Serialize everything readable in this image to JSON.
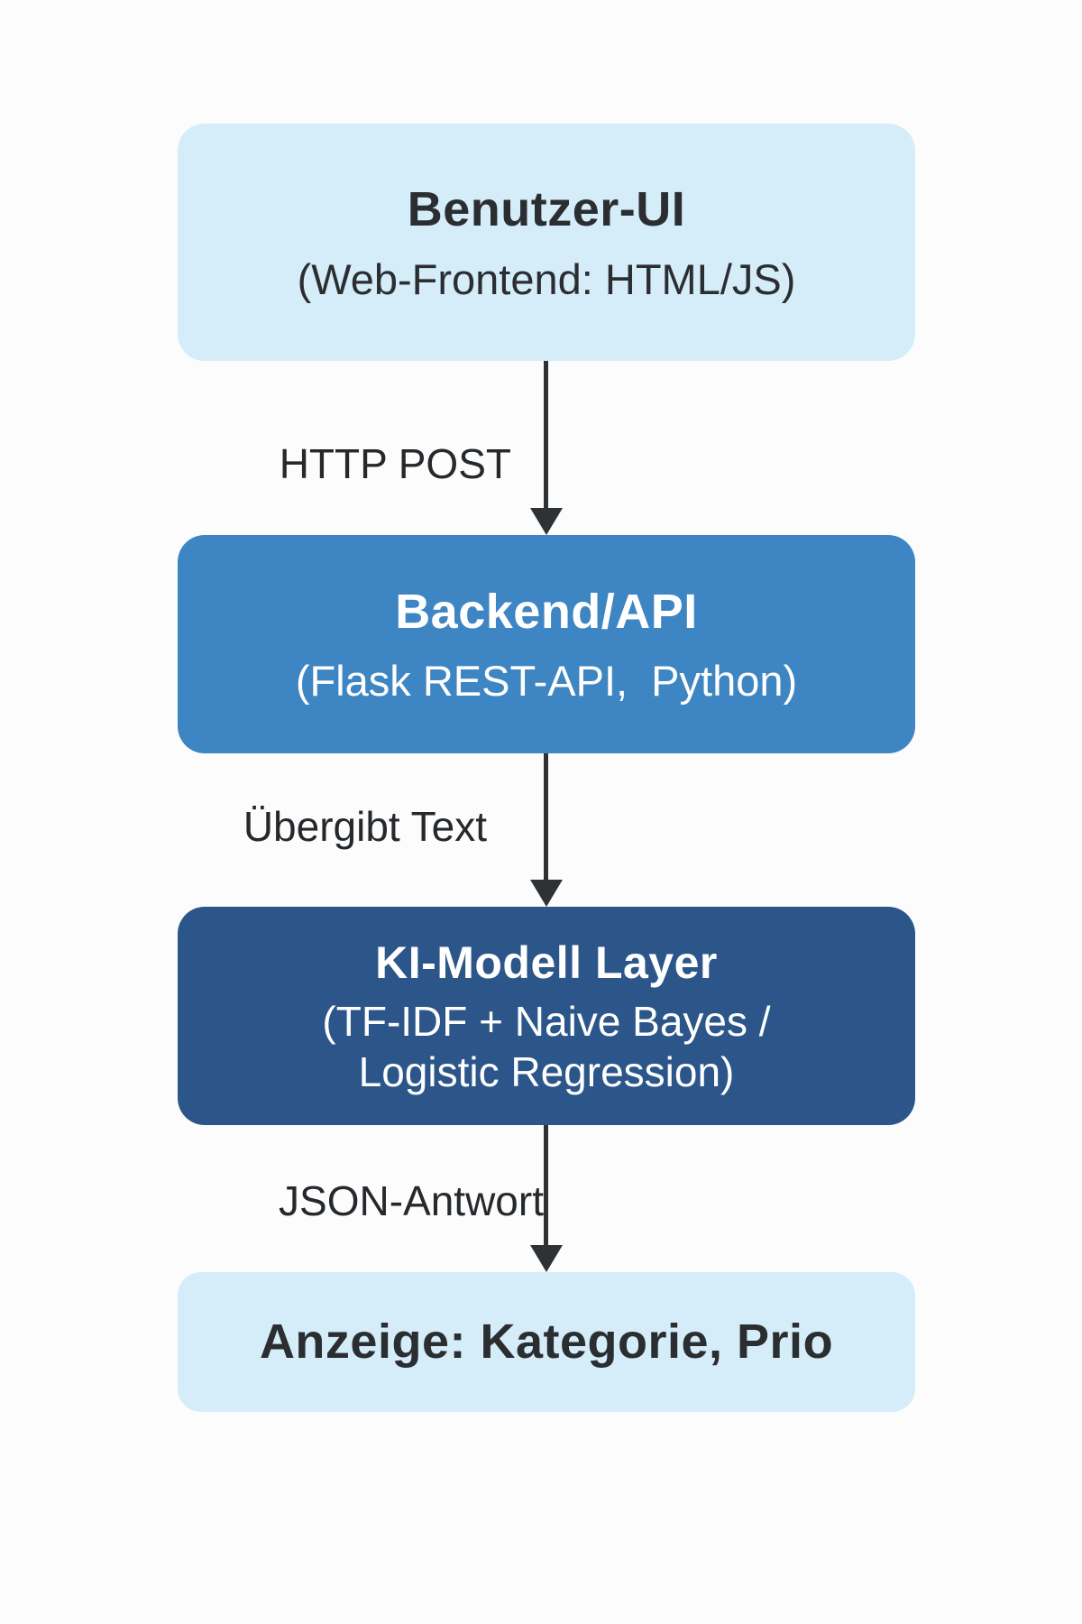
{
  "diagram": {
    "title_hint": "Architecture flow diagram (German): UI to Backend to AI model layer to result display",
    "background_color": "#fcfcfd",
    "arrow_color": "#2f3235",
    "label_text_color": "#26292c",
    "nodes": [
      {
        "id": "frontend",
        "title": "Benutzer-UI",
        "subtitle": "(Web-Frontend: HTML/JS)",
        "bg_color": "#d5ecf9",
        "text_color": "#2b2e31"
      },
      {
        "id": "backend",
        "title": "Backend/API",
        "subtitle": "(Flask REST-API,  Python)",
        "bg_color": "#3e86c3",
        "text_color": "#ffffff"
      },
      {
        "id": "model",
        "title": "KI-Modell Layer",
        "subtitle": "(TF-IDF + Naive Bayes /\nLogistic Regression)",
        "bg_color": "#2c568a",
        "text_color": "#ffffff"
      },
      {
        "id": "output",
        "title": "Anzeige: Kategorie, Prio",
        "subtitle": "",
        "bg_color": "#d5ecf9",
        "text_color": "#2b2e31"
      }
    ],
    "edges": [
      {
        "from": "frontend",
        "to": "backend",
        "label": "HTTP POST"
      },
      {
        "from": "backend",
        "to": "model",
        "label": "Übergibt Text"
      },
      {
        "from": "model",
        "to": "output",
        "label": "JSON-Antwort"
      }
    ]
  }
}
